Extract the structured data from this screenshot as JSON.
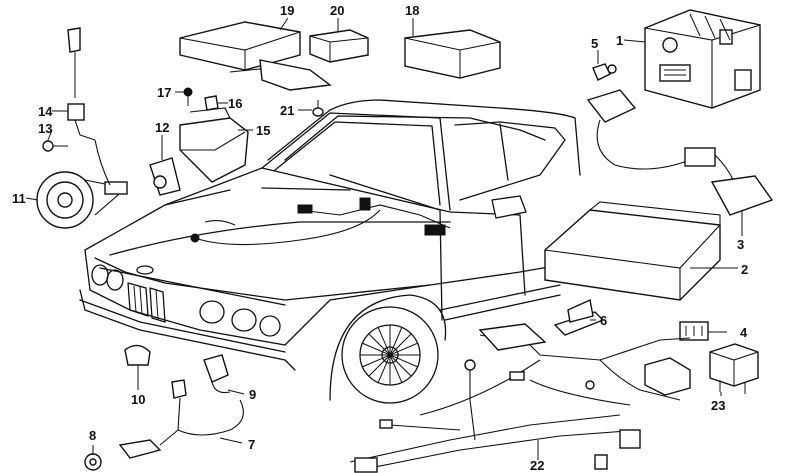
{
  "labels": {
    "1": "1",
    "2": "2",
    "3": "3",
    "4": "4",
    "5": "5",
    "6": "6",
    "7": "7",
    "8": "8",
    "9": "9",
    "10": "10",
    "11": "11",
    "12": "12",
    "13": "13",
    "14": "14",
    "15": "15",
    "16": "16",
    "17": "17",
    "18": "18",
    "19": "19",
    "20": "20",
    "21": "21",
    "22": "22",
    "23": "23"
  }
}
